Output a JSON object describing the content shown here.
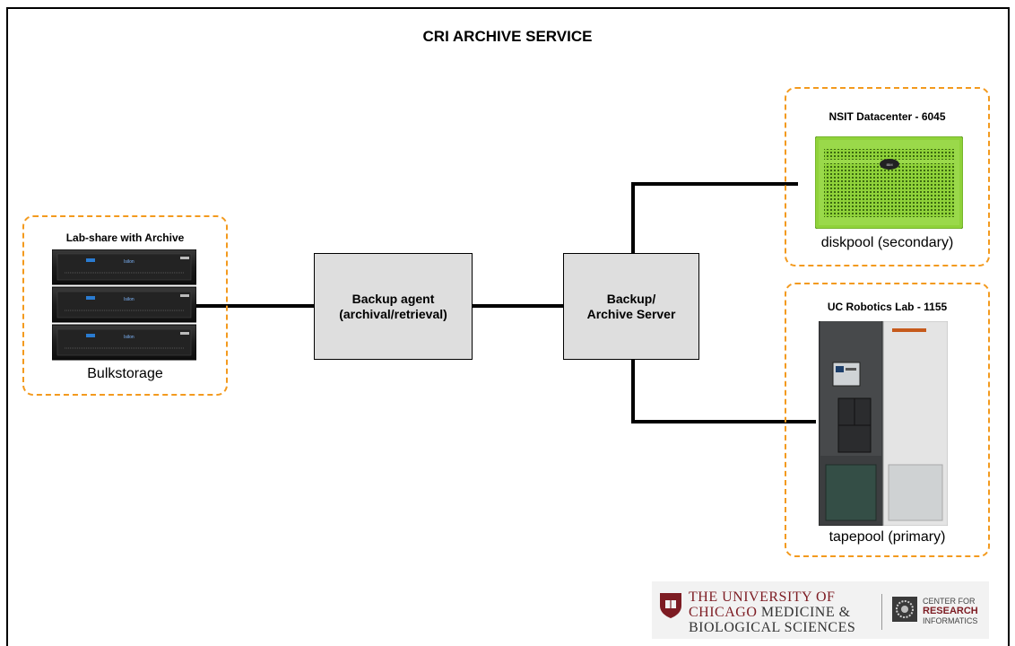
{
  "title": "CRI ARCHIVE SERVICE",
  "groups": {
    "lab_share": {
      "title": "Lab-share with Archive",
      "caption": "Bulkstorage"
    },
    "nsit": {
      "title": "NSIT Datacenter - 6045",
      "caption": "diskpool (secondary)"
    },
    "robotics": {
      "title": "UC Robotics Lab - 1155",
      "caption": "tapepool (primary)"
    }
  },
  "boxes": {
    "agent": "Backup agent\n(archival/retrieval)",
    "server": "Backup/\nArchive Server"
  },
  "logo": {
    "uc_line1": "THE UNIVERSITY OF",
    "uc_line2_a": "CHICAGO",
    "uc_line2_b": " MEDICINE &",
    "uc_line3": "BIOLOGICAL SCIENCES",
    "cri_line1": "CENTER FOR",
    "cri_line2": "RESEARCH",
    "cri_line3": "INFORMATICS"
  },
  "colors": {
    "group_border": "#f39a1e",
    "box_fill": "#dedede",
    "disk_green": "#8fd23a",
    "uc_maroon": "#7d1c23"
  }
}
